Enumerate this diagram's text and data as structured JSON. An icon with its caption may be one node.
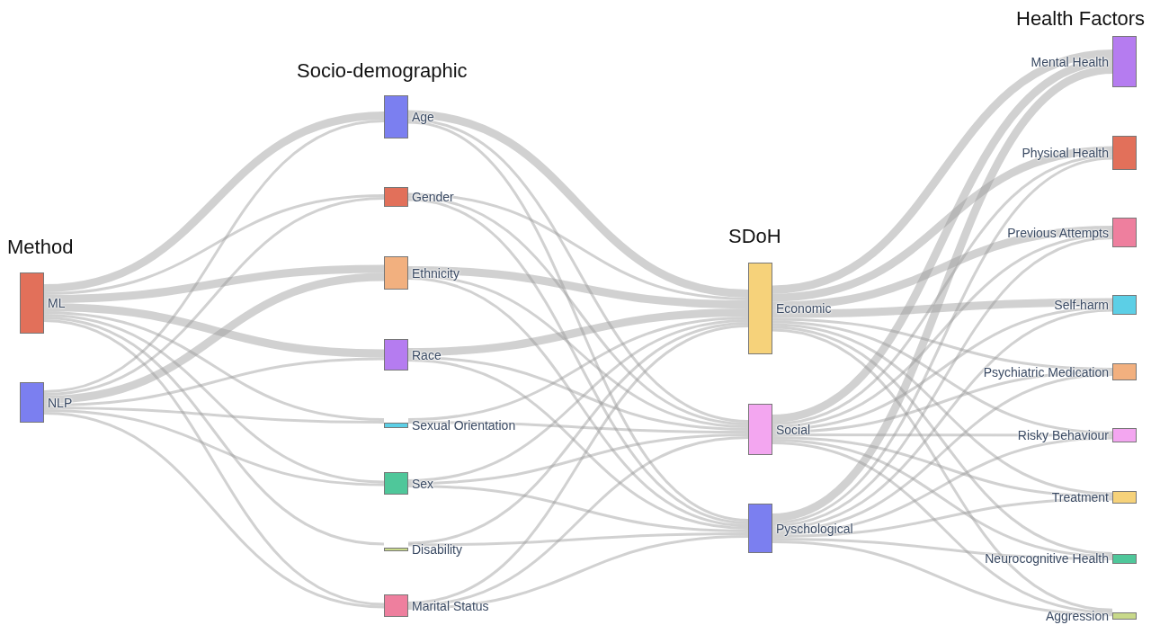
{
  "diagram": {
    "nodes": [
      {
        "text": [
          "ML"
        ]
      },
      {
        "text": [
          "NLP"
        ]
      },
      {
        "text": [
          "Age"
        ]
      },
      {
        "text": [
          "Gender"
        ]
      },
      {
        "text": [
          "Ethnicity"
        ]
      },
      {
        "text": [
          "Race"
        ]
      },
      {
        "text": [
          "Sexual Orientation"
        ]
      },
      {
        "text": [
          "Sex"
        ]
      },
      {
        "text": [
          "Disability"
        ]
      },
      {
        "text": [
          "Marital Status"
        ]
      },
      {
        "text": [
          "Economic"
        ]
      },
      {
        "text": [
          "Social"
        ]
      },
      {
        "text": [
          "Pyschological"
        ]
      },
      {
        "text": [
          "Mental Health"
        ]
      },
      {
        "text": [
          "Physical Health"
        ]
      },
      {
        "text": [
          "Previous Attempts"
        ]
      },
      {
        "text": [
          "Self-harm"
        ]
      },
      {
        "text": [
          "Psychiatric Medication"
        ]
      },
      {
        "text": [
          "Risky Behaviour"
        ]
      },
      {
        "text": [
          "Treatment"
        ]
      },
      {
        "text": [
          "Neurocognitive Health"
        ]
      },
      {
        "text": [
          "Aggression"
        ]
      }
    ],
    "edges": [
      {
        "from": 0,
        "to": 2,
        "arrow": "none",
        "style": "thick"
      },
      {
        "from": 0,
        "to": 3,
        "arrow": "none"
      },
      {
        "from": 0,
        "to": 4,
        "arrow": "none",
        "style": "thick"
      },
      {
        "from": 0,
        "to": 5,
        "arrow": "none",
        "style": "thick"
      },
      {
        "from": 0,
        "to": 6,
        "arrow": "none"
      },
      {
        "from": 0,
        "to": 7,
        "arrow": "none"
      },
      {
        "from": 0,
        "to": 8,
        "arrow": "none"
      },
      {
        "from": 0,
        "to": 9,
        "arrow": "none"
      },
      {
        "from": 1,
        "to": 2,
        "arrow": "none"
      },
      {
        "from": 1,
        "to": 3,
        "arrow": "none"
      },
      {
        "from": 1,
        "to": 4,
        "arrow": "none",
        "style": "thick"
      },
      {
        "from": 1,
        "to": 5,
        "arrow": "none"
      },
      {
        "from": 1,
        "to": 6,
        "arrow": "none"
      },
      {
        "from": 1,
        "to": 7,
        "arrow": "none"
      },
      {
        "from": 1,
        "to": 9,
        "arrow": "none"
      },
      {
        "from": 2,
        "to": 10,
        "arrow": "none",
        "style": "thick"
      },
      {
        "from": 2,
        "to": 11,
        "arrow": "none"
      },
      {
        "from": 2,
        "to": 12,
        "arrow": "none"
      },
      {
        "from": 3,
        "to": 10,
        "arrow": "none"
      },
      {
        "from": 3,
        "to": 11,
        "arrow": "none"
      },
      {
        "from": 3,
        "to": 12,
        "arrow": "none"
      },
      {
        "from": 4,
        "to": 10,
        "arrow": "none",
        "style": "thick"
      },
      {
        "from": 4,
        "to": 11,
        "arrow": "none"
      },
      {
        "from": 4,
        "to": 12,
        "arrow": "none"
      },
      {
        "from": 5,
        "to": 10,
        "arrow": "none",
        "style": "thick"
      },
      {
        "from": 5,
        "to": 11,
        "arrow": "none"
      },
      {
        "from": 5,
        "to": 12,
        "arrow": "none"
      },
      {
        "from": 6,
        "to": 10,
        "arrow": "none"
      },
      {
        "from": 6,
        "to": 11,
        "arrow": "none"
      },
      {
        "from": 7,
        "to": 10,
        "arrow": "none"
      },
      {
        "from": 7,
        "to": 11,
        "arrow": "none"
      },
      {
        "from": 7,
        "to": 12,
        "arrow": "none"
      },
      {
        "from": 8,
        "to": 10,
        "arrow": "none"
      },
      {
        "from": 8,
        "to": 12,
        "arrow": "none"
      },
      {
        "from": 9,
        "to": 10,
        "arrow": "none"
      },
      {
        "from": 9,
        "to": 11,
        "arrow": "none"
      },
      {
        "from": 9,
        "to": 12,
        "arrow": "none"
      },
      {
        "from": 10,
        "to": 13,
        "arrow": "none",
        "style": "thick"
      },
      {
        "from": 10,
        "to": 14,
        "arrow": "none",
        "style": "thick"
      },
      {
        "from": 10,
        "to": 15,
        "arrow": "none",
        "style": "thick"
      },
      {
        "from": 10,
        "to": 16,
        "arrow": "none",
        "style": "thick"
      },
      {
        "from": 10,
        "to": 17,
        "arrow": "none"
      },
      {
        "from": 10,
        "to": 18,
        "arrow": "none"
      },
      {
        "from": 10,
        "to": 19,
        "arrow": "none"
      },
      {
        "from": 10,
        "to": 20,
        "arrow": "none"
      },
      {
        "from": 10,
        "to": 21,
        "arrow": "none"
      },
      {
        "from": 11,
        "to": 13,
        "arrow": "none",
        "style": "thick"
      },
      {
        "from": 11,
        "to": 14,
        "arrow": "none"
      },
      {
        "from": 11,
        "to": 15,
        "arrow": "none"
      },
      {
        "from": 11,
        "to": 16,
        "arrow": "none"
      },
      {
        "from": 11,
        "to": 17,
        "arrow": "none"
      },
      {
        "from": 11,
        "to": 18,
        "arrow": "none"
      },
      {
        "from": 11,
        "to": 19,
        "arrow": "none"
      },
      {
        "from": 11,
        "to": 20,
        "arrow": "none"
      },
      {
        "from": 11,
        "to": 21,
        "arrow": "none"
      },
      {
        "from": 12,
        "to": 13,
        "arrow": "none",
        "style": "thick"
      },
      {
        "from": 12,
        "to": 14,
        "arrow": "none"
      },
      {
        "from": 12,
        "to": 15,
        "arrow": "none"
      },
      {
        "from": 12,
        "to": 16,
        "arrow": "none"
      },
      {
        "from": 12,
        "to": 17,
        "arrow": "none"
      },
      {
        "from": 12,
        "to": 18,
        "arrow": "none"
      },
      {
        "from": 12,
        "to": 19,
        "arrow": "none"
      },
      {
        "from": 12,
        "to": 20,
        "arrow": "none"
      },
      {
        "from": 12,
        "to": 21,
        "arrow": "none"
      }
    ],
    "labels": [
      "Method",
      "Socio-demographic",
      "SDoH",
      "Health Factors"
    ]
  }
}
